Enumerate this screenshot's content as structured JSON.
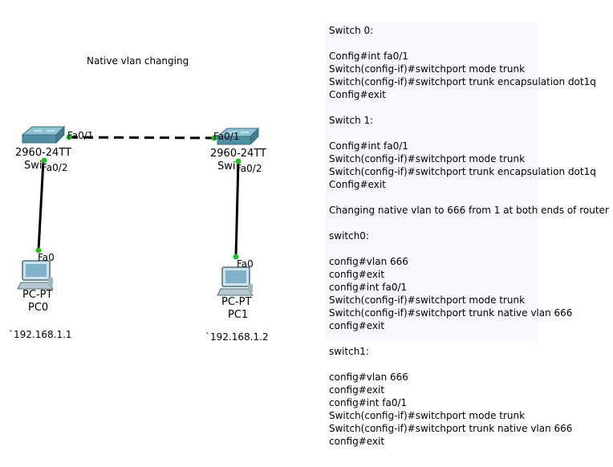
{
  "title": "Native vlan changing",
  "devices": {
    "switch0": {
      "model": "2960-24TT",
      "name": "Switch0",
      "port_trunk": "Fa0/1",
      "port_access": "Fa0/2"
    },
    "switch1": {
      "model": "2960-24TT",
      "name": "Switch1",
      "port_trunk": "Fa0/1",
      "port_access": "Fa0/2"
    },
    "pc0": {
      "type": "PC-PT",
      "name": "PC0",
      "port": "Fa0",
      "ip": "`192.168.1.1"
    },
    "pc1": {
      "type": "PC-PT",
      "name": "PC1",
      "port": "Fa0",
      "ip": "`192.168.1.2"
    }
  },
  "colors": {
    "link_up": "#22c022",
    "switch_body": "#5a9bb0",
    "notes_bg": "#f7f8fd"
  },
  "notes": [
    "Switch 0:",
    "",
    "Config#int fa0/1",
    "Switch(config-if)#switchport mode trunk",
    "Switch(config-if)#switchport trunk encapsulation dot1q",
    "Config#exit",
    "",
    "Switch 1:",
    "",
    "Config#int fa0/1",
    "Switch(config-if)#switchport mode trunk",
    "Switch(config-if)#switchport trunk encapsulation dot1q",
    "Config#exit",
    "",
    "Changing native vlan to 666 from 1 at both ends of router",
    "",
    "switch0:",
    "",
    "config#vlan 666",
    "config#exit",
    "config#int fa0/1",
    "Switch(config-if)#switchport mode trunk",
    "Switch(config-if)#switchport trunk native vlan 666",
    "config#exit",
    "",
    "switch1:",
    "",
    "config#vlan 666",
    "config#exit",
    "config#int fa0/1",
    "Switch(config-if)#switchport mode trunk",
    "Switch(config-if)#switchport trunk native vlan 666",
    "config#exit"
  ]
}
